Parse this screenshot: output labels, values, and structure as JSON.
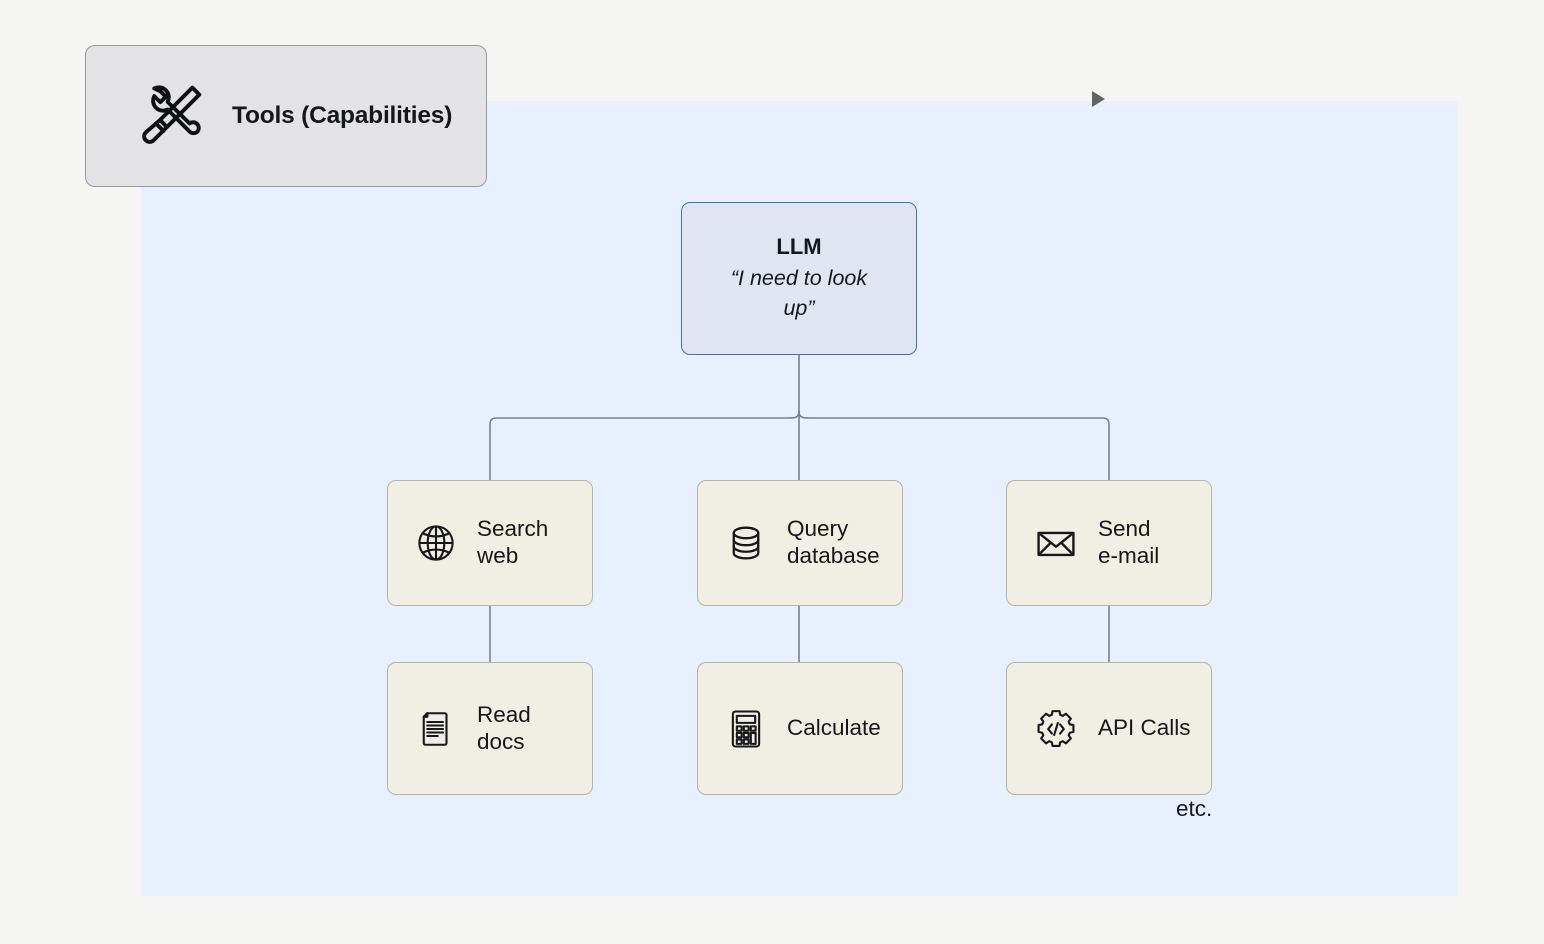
{
  "canvas": {
    "background_color": "#f5f5f4",
    "panel_color": "#e9f0fd"
  },
  "header": {
    "title": "Tools (Capabilities)",
    "icon": "tools-wrench-screwdriver-icon",
    "background_color": "#e3e3e6",
    "border_color": "#9a9a9e"
  },
  "marker": {
    "icon": "play-triangle-icon",
    "color": "#636363"
  },
  "llm_node": {
    "title": "LLM",
    "quote": "“I need to\nlook up”",
    "background_color": "#dfe6f1",
    "border_color": "#4a6ea9"
  },
  "tools": {
    "background_color": "#f1efe3",
    "border_color": "#b6b4a6",
    "row1": [
      {
        "label": "Search\nweb",
        "icon": "globe-icon"
      },
      {
        "label": "Query\ndatabase",
        "icon": "database-icon"
      },
      {
        "label": "Send\ne-mail",
        "icon": "envelope-icon"
      }
    ],
    "row2": [
      {
        "label": "Read\ndocs",
        "icon": "document-icon"
      },
      {
        "label": "Calculate",
        "icon": "calculator-icon"
      },
      {
        "label": "API Calls",
        "icon": "gear-code-icon"
      }
    ]
  },
  "footnote": {
    "etc": "etc."
  }
}
